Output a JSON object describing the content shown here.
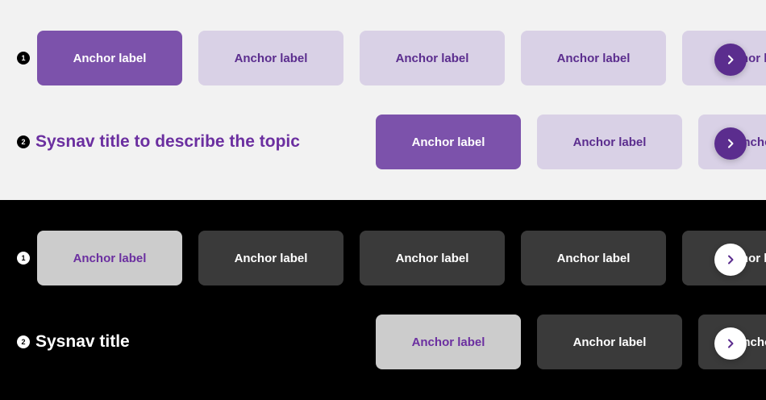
{
  "colors": {
    "light_bg": "#f2f2f2",
    "dark_bg": "#000000",
    "brand_purple": "#7c52ab",
    "brand_purple_deep": "#5b2d8e",
    "brand_purple_text": "#6b2fa0",
    "chip_lavender": "#d9d1e6",
    "chip_dark": "#3a3a3a",
    "chip_light_gray": "#cccccc",
    "white": "#ffffff",
    "black": "#000000"
  },
  "sections": [
    {
      "theme": "light",
      "rows": [
        {
          "badge": "1",
          "title": null,
          "chips": [
            {
              "label": "Anchor label",
              "state": "active"
            },
            {
              "label": "Anchor label",
              "state": "inactive"
            },
            {
              "label": "Anchor label",
              "state": "inactive"
            },
            {
              "label": "Anchor label",
              "state": "inactive"
            },
            {
              "label": "Anchor label",
              "state": "inactive"
            }
          ],
          "next": {
            "icon": "chevron-right-icon",
            "label": "Next"
          }
        },
        {
          "badge": "2",
          "title": "Sysnav title to describe the topic",
          "chips": [
            {
              "label": "Anchor label",
              "state": "active"
            },
            {
              "label": "Anchor label",
              "state": "inactive"
            },
            {
              "label": "Anchor label",
              "state": "inactive"
            }
          ],
          "next": {
            "icon": "chevron-right-icon",
            "label": "Next"
          }
        }
      ]
    },
    {
      "theme": "dark",
      "rows": [
        {
          "badge": "1",
          "title": null,
          "chips": [
            {
              "label": "Anchor label",
              "state": "active"
            },
            {
              "label": "Anchor label",
              "state": "inactive"
            },
            {
              "label": "Anchor label",
              "state": "inactive"
            },
            {
              "label": "Anchor label",
              "state": "inactive"
            },
            {
              "label": "Anchor label",
              "state": "inactive"
            }
          ],
          "next": {
            "icon": "chevron-right-icon",
            "label": "Next"
          }
        },
        {
          "badge": "2",
          "title": "Sysnav title",
          "chips": [
            {
              "label": "Anchor label",
              "state": "active"
            },
            {
              "label": "Anchor label",
              "state": "inactive"
            },
            {
              "label": "Anchor label",
              "state": "inactive"
            }
          ],
          "next": {
            "icon": "chevron-right-icon",
            "label": "Next"
          }
        }
      ]
    }
  ]
}
